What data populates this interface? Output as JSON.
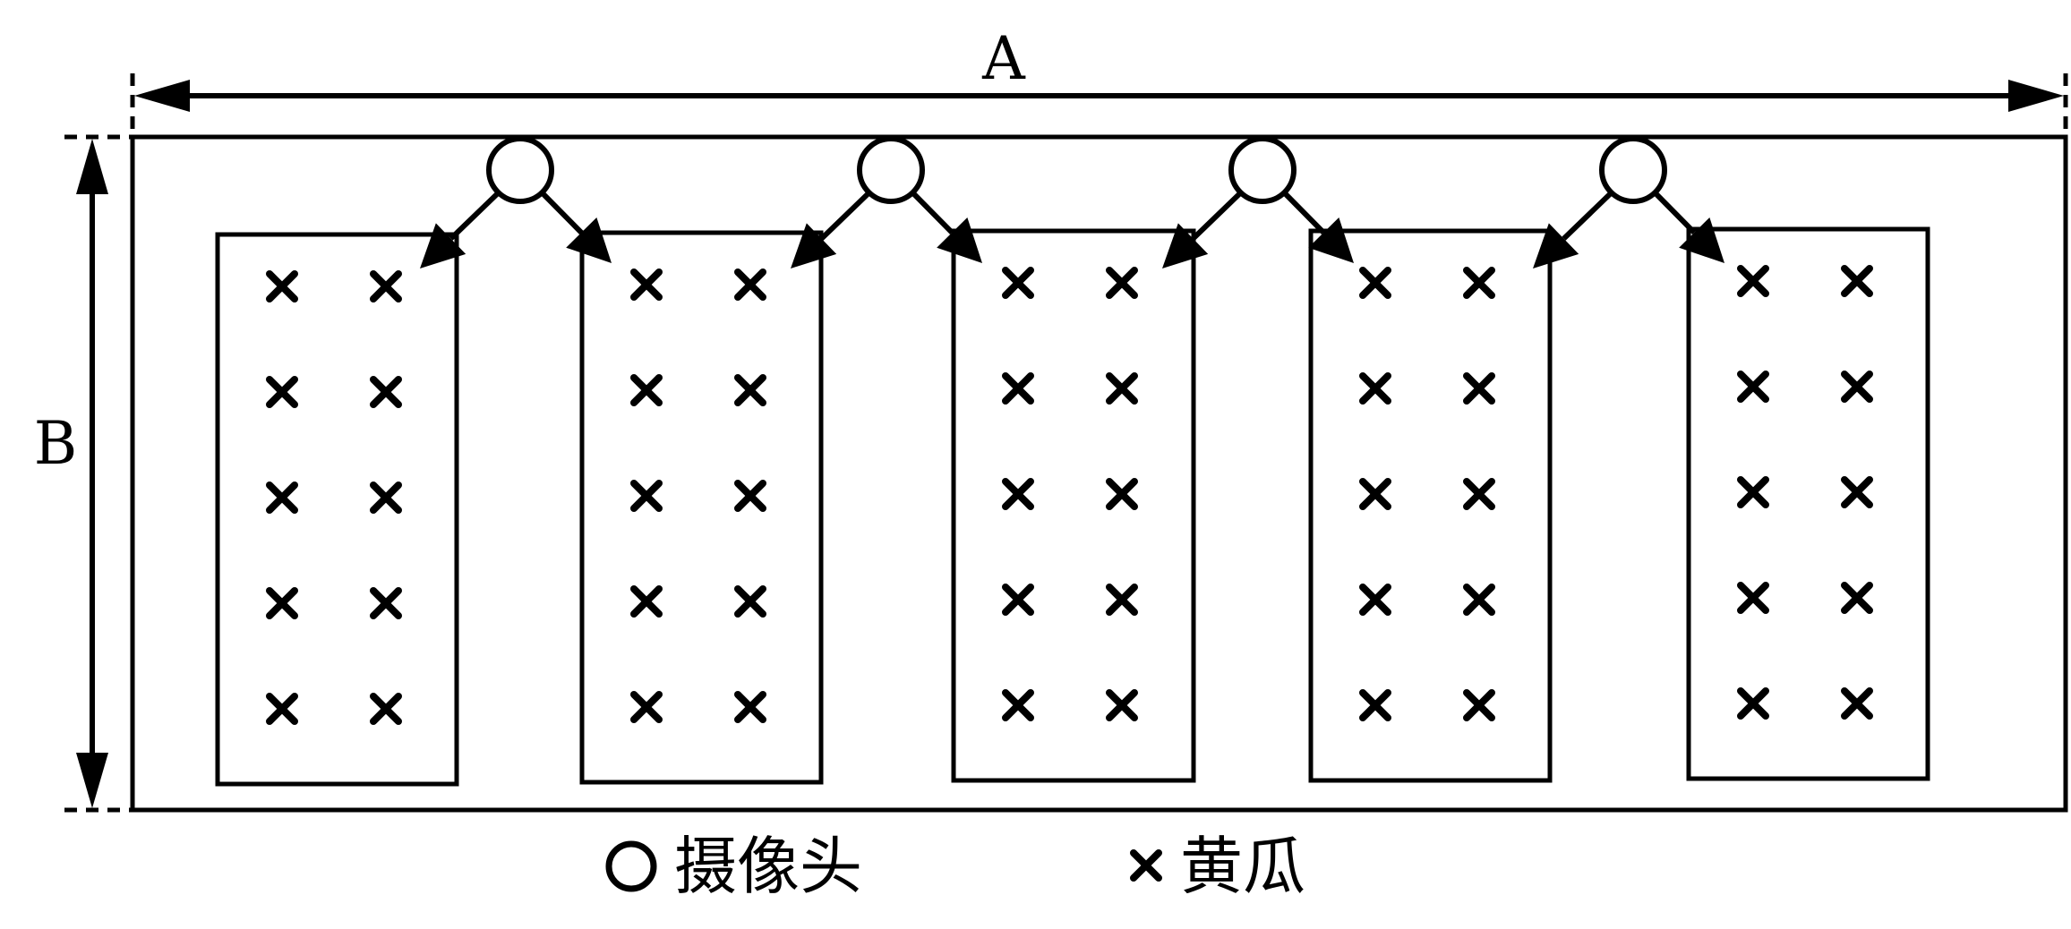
{
  "dimension_width_label": "A",
  "dimension_height_label": "B",
  "legend": {
    "camera_label": "摄像头",
    "cucumber_label": "黄瓜"
  },
  "layout": {
    "camera_count": 4,
    "bed_count": 5,
    "plant_rows_per_bed": 5,
    "plant_columns_per_bed": 2
  },
  "icons": {
    "camera": "circle-icon",
    "cucumber": "cross-icon"
  },
  "colors": {
    "stroke": "#000000",
    "background": "#ffffff"
  }
}
